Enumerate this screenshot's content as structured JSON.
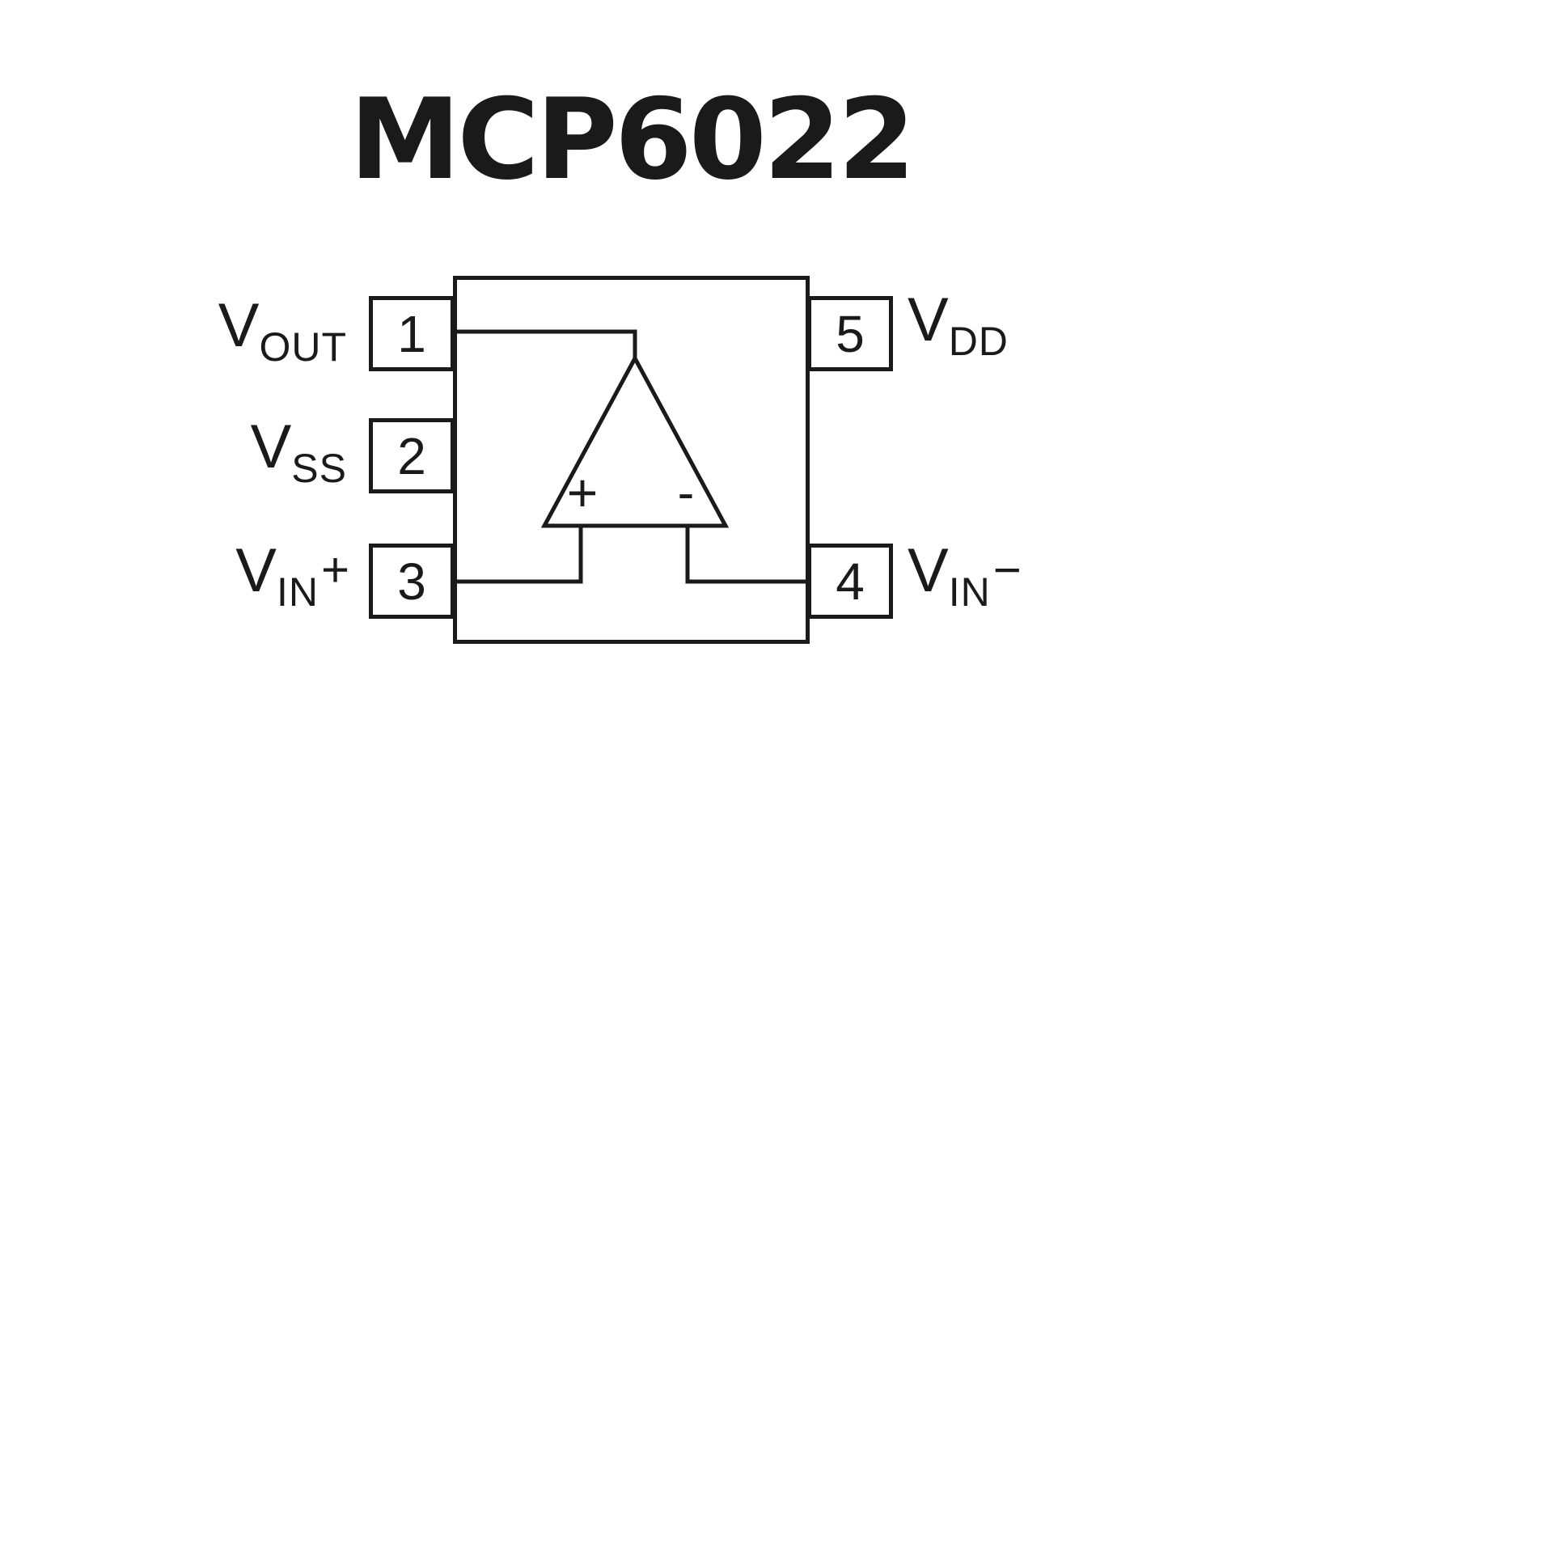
{
  "title": "MCP6022",
  "pins": {
    "p1": {
      "number": "1",
      "name": "V",
      "sub": "OUT",
      "suffix": ""
    },
    "p2": {
      "number": "2",
      "name": "V",
      "sub": "SS",
      "suffix": ""
    },
    "p3": {
      "number": "3",
      "name": "V",
      "sub": "IN",
      "suffix": "+"
    },
    "p4": {
      "number": "4",
      "name": "V",
      "sub": "IN",
      "suffix": "−"
    },
    "p5": {
      "number": "5",
      "name": "V",
      "sub": "DD",
      "suffix": ""
    }
  },
  "opamp": {
    "plus": "+",
    "minus": "-"
  },
  "colors": {
    "ink": "#1a1a1a",
    "background": "#ffffff"
  }
}
